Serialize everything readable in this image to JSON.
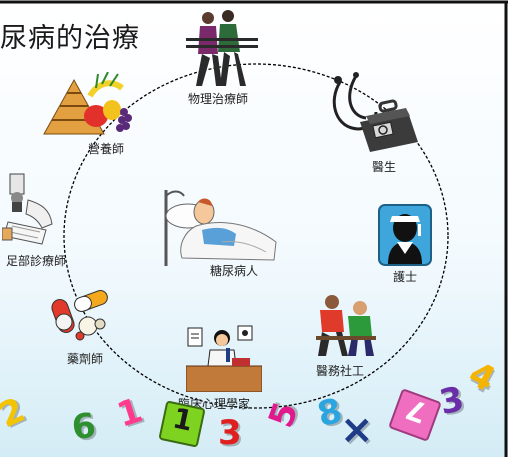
{
  "title": "尿病的治療",
  "center": {
    "label": "糖尿病人"
  },
  "roles": [
    {
      "label": "物理治療師",
      "icon": "physiotherapist-figures-icon"
    },
    {
      "label": "醫生",
      "icon": "stethoscope-doctor-bag-icon"
    },
    {
      "label": "護士",
      "icon": "nurse-icon"
    },
    {
      "label": "醫務社工",
      "icon": "social-worker-meeting-icon"
    },
    {
      "label": "臨床心理學家",
      "icon": "psychologist-desk-icon"
    },
    {
      "label": "藥劑師",
      "icon": "pills-icon"
    },
    {
      "label": "足部診療師",
      "icon": "bandaged-foot-icon"
    },
    {
      "label": "營養師",
      "icon": "food-pyramid-fruit-icon"
    }
  ],
  "decor_numbers": [
    {
      "text": "2",
      "color": "#f5c400"
    },
    {
      "text": "6",
      "color": "#2d8f2d"
    },
    {
      "text": "1",
      "color": "#ff3b8e"
    },
    {
      "text": "1",
      "color": "#1a1a1a",
      "block": "#7ed321"
    },
    {
      "text": "3",
      "color": "#e02020"
    },
    {
      "text": "5",
      "color": "#e0198c"
    },
    {
      "text": "8",
      "color": "#2aa5e0"
    },
    {
      "text": "×",
      "color": "#1f3c88"
    },
    {
      "text": "7",
      "color": "#ffffff",
      "block": "#f06ec0"
    },
    {
      "text": "3",
      "color": "#6a2fa8"
    },
    {
      "text": "4",
      "color": "#f5b400"
    }
  ],
  "colors": {
    "frame": "#111111",
    "circle": "#000000",
    "background_bottom": "#d4ecf6"
  }
}
